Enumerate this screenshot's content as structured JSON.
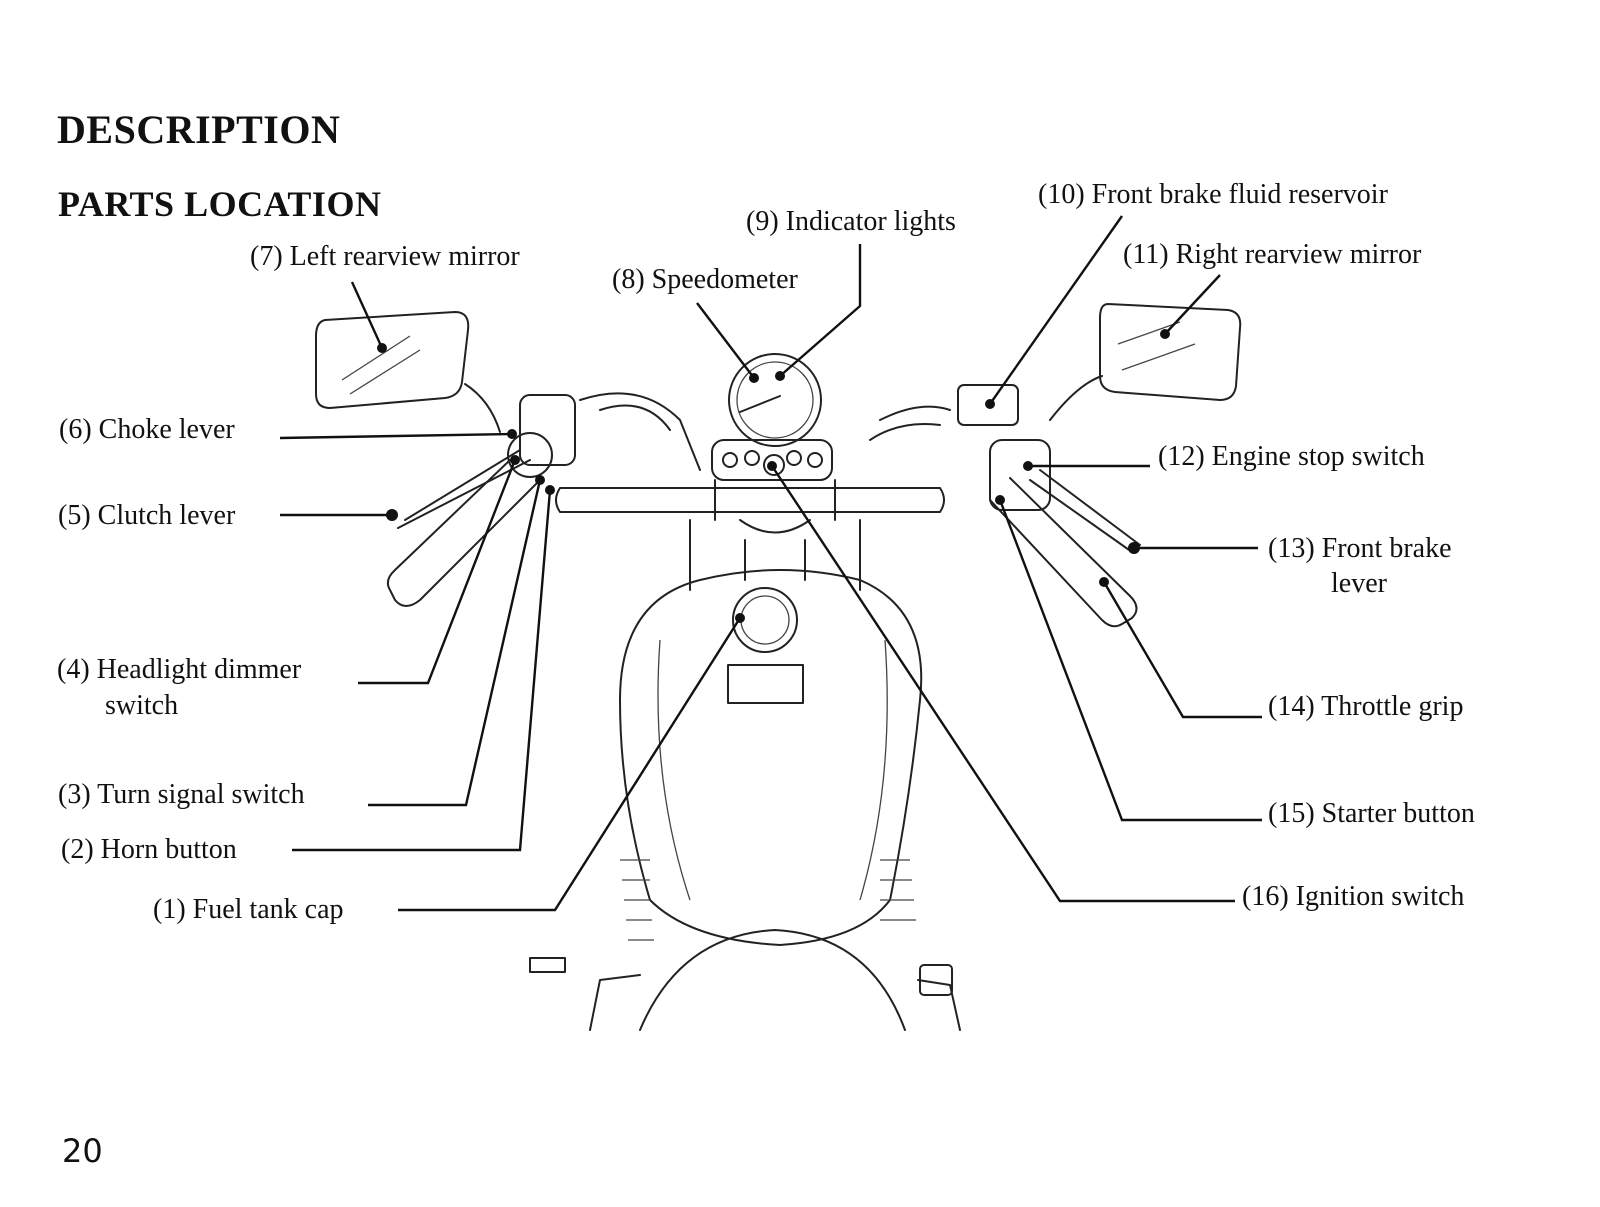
{
  "page": {
    "section_title": "DESCRIPTION",
    "subsection_title": "PARTS LOCATION",
    "page_number": "20"
  },
  "parts": [
    {
      "id": 1,
      "label": "(1) Fuel tank cap"
    },
    {
      "id": 2,
      "label": "(2) Horn button"
    },
    {
      "id": 3,
      "label": "(3) Turn signal switch"
    },
    {
      "id": 4,
      "label": "(4) Headlight dimmer",
      "label_line2": "switch"
    },
    {
      "id": 5,
      "label": "(5) Clutch lever"
    },
    {
      "id": 6,
      "label": "(6) Choke lever"
    },
    {
      "id": 7,
      "label": "(7) Left rearview mirror"
    },
    {
      "id": 8,
      "label": "(8) Speedometer"
    },
    {
      "id": 9,
      "label": "(9) Indicator lights"
    },
    {
      "id": 10,
      "label": "(10) Front brake fluid reservoir"
    },
    {
      "id": 11,
      "label": "(11) Right rearview mirror"
    },
    {
      "id": 12,
      "label": "(12) Engine stop switch"
    },
    {
      "id": 13,
      "label": "(13) Front brake",
      "label_line2": "lever"
    },
    {
      "id": 14,
      "label": "(14) Throttle grip"
    },
    {
      "id": 15,
      "label": "(15) Starter button"
    },
    {
      "id": 16,
      "label": "(16) Ignition switch"
    }
  ]
}
